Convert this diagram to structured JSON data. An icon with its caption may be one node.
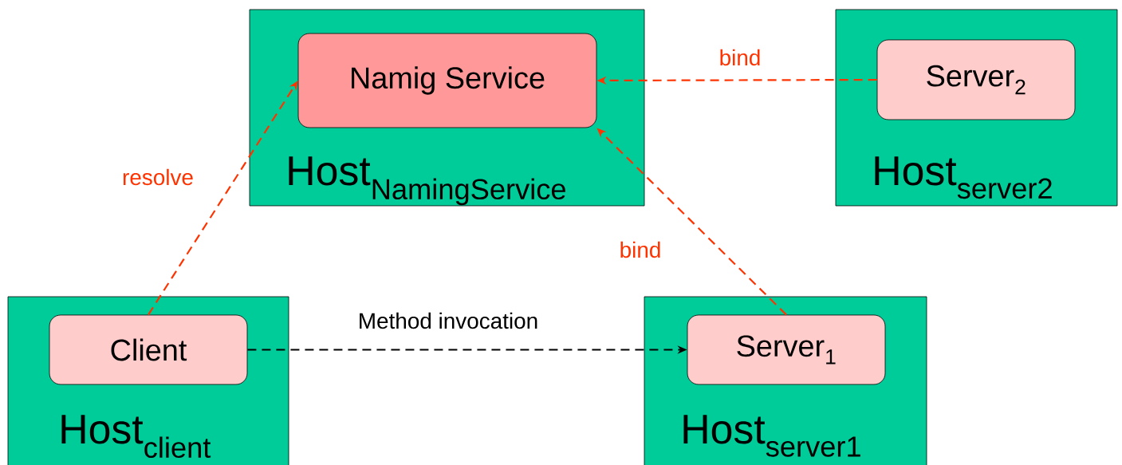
{
  "diagram": {
    "nodes": [
      {
        "text": [
          "\\text{Host}_{\\text{NamingService}}"
        ]
      },
      {
        "text": [
          "Namig Service"
        ],
        "in": 0
      },
      {
        "text": [
          "\\text{Host}_{\\text{server2}}"
        ]
      },
      {
        "text": [
          "Server$_{2}$"
        ],
        "in": 2
      },
      {
        "text": [
          "\\text{Host}_{\\text{client}}"
        ]
      },
      {
        "text": [
          "Client"
        ],
        "in": 4
      },
      {
        "text": [
          "\\text{Host}_{\\text{server1}}"
        ]
      },
      {
        "text": [
          "Server$_{1}$"
        ],
        "in": 6
      }
    ],
    "edges": [
      {
        "from": 5,
        "to": 1,
        "arrow": "to",
        "label": "resolve",
        "style": "dashed",
        "color": "#ff3300"
      },
      {
        "from": 3,
        "to": 1,
        "arrow": "to",
        "label": "bind",
        "style": "dashed",
        "color": "#ff3300"
      },
      {
        "from": 7,
        "to": 1,
        "arrow": "to",
        "label": "bind",
        "style": "dashed",
        "color": "#ff3300"
      },
      {
        "from": 5,
        "to": 7,
        "arrow": "to",
        "label": "Method invocation",
        "style": "dashed",
        "color": "#000000"
      }
    ]
  }
}
